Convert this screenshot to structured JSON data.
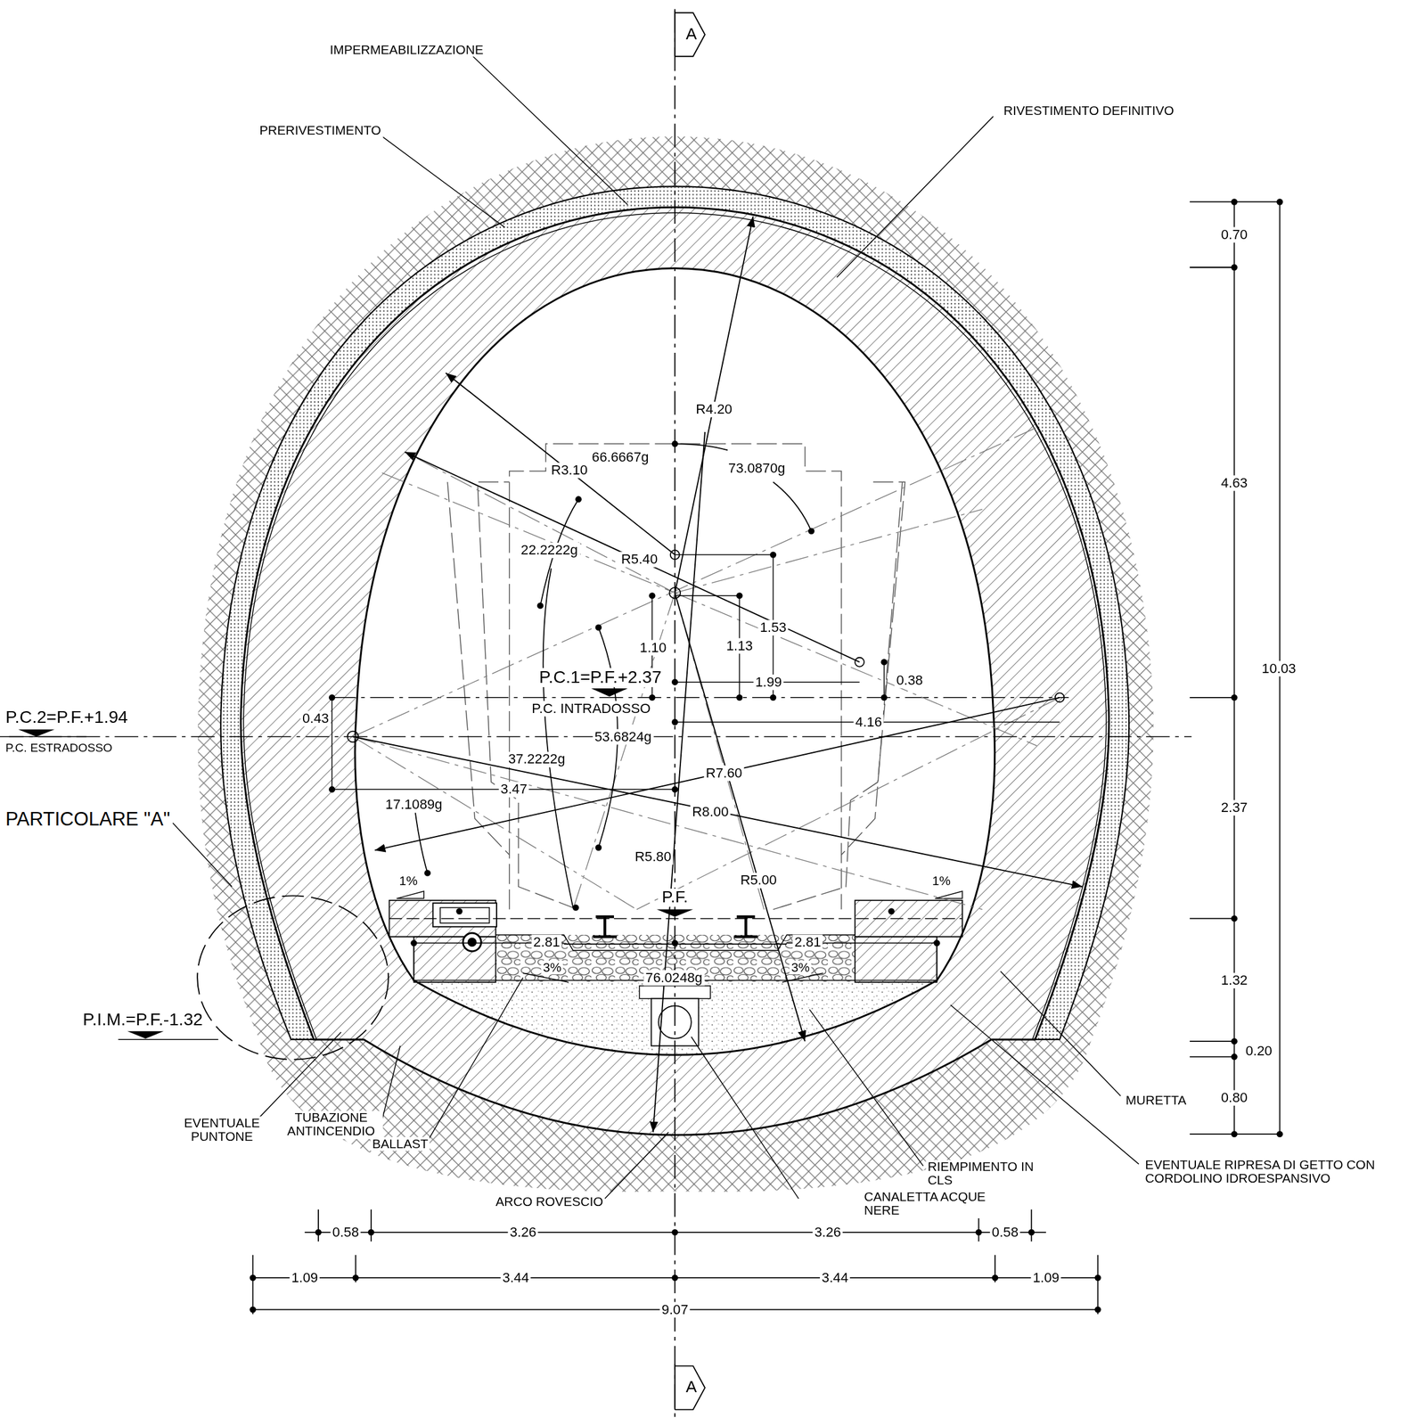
{
  "diagram": {
    "labels": [
      "A",
      "A",
      "IMPERMEABILIZZAZIONE",
      "PRERIVESTIMENTO",
      "RIVESTIMENTO DEFINITIVO",
      "0.70",
      "4.63",
      "10.03",
      "2.37",
      "1.32",
      "0.20",
      "0.80",
      "R4.20",
      "66.6667g",
      "73.0870g",
      "R3.10",
      "22.2222g",
      "R5.40",
      "1.53",
      "1.10",
      "1.13",
      "0.38",
      "P.C.1=P.F.+2.37",
      "P.C. INTRADOSSO",
      "1.99",
      "P.C.2=P.F.+1.94",
      "P.C. ESTRADOSSO",
      "0.43",
      "4.16",
      "53.6824g",
      "37.2222g",
      "3.47",
      "R7.60",
      "17.1089g",
      "R8.00",
      "PARTICOLARE \"A\"",
      "R5.80",
      "R5.00",
      "1%",
      "1%",
      "P.F.",
      "2.81",
      "2.81",
      "3%",
      "3%",
      "76.0248g",
      "P.I.M.=P.F.-1.32",
      "EVENTUALE PUNTONE",
      "TUBAZIONE ANTINCENDIO",
      "BALLAST",
      "ARCO ROVESCIO",
      "CANALETTA ACQUE NERE",
      "RIEMPIMENTO IN CLS",
      "MURETTA",
      "EVENTUALE RIPRESA DI GETTO CON CORDOLINO IDROESPANSIVO",
      "0.58",
      "3.26",
      "3.26",
      "0.58",
      "1.09",
      "3.44",
      "3.44",
      "1.09",
      "9.07"
    ]
  }
}
